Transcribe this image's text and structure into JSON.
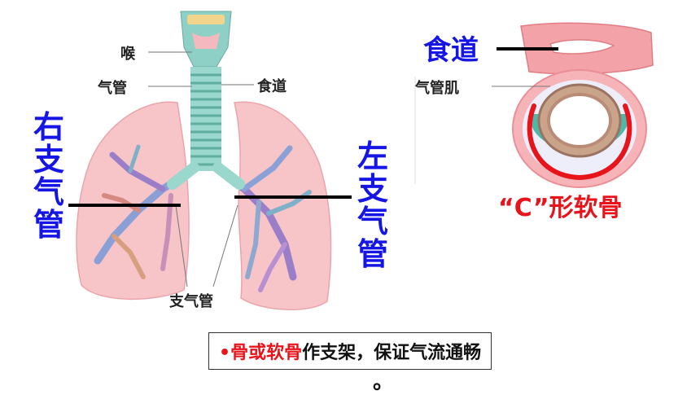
{
  "labels": {
    "throat": "喉",
    "trachea": "气管",
    "esophagus_small": "食道",
    "bronchi": "支气管",
    "right_bronchus": [
      "右",
      "支",
      "气",
      "管"
    ],
    "left_bronchus": [
      "左",
      "支",
      "气",
      "管"
    ],
    "esophagus_big": "食道",
    "trachea_muscle": "气管肌",
    "c_cartilage": "“C”形软骨"
  },
  "caption": {
    "bullet": "•",
    "highlight": "骨或软骨",
    "rest": "作支架，保证气流通畅",
    "period": "。"
  },
  "colors": {
    "accent_blue": "#1515e6",
    "accent_red": "#e8141b",
    "lung_pink": "#f6c2c6",
    "trachea_teal": "#7fc6bc"
  }
}
